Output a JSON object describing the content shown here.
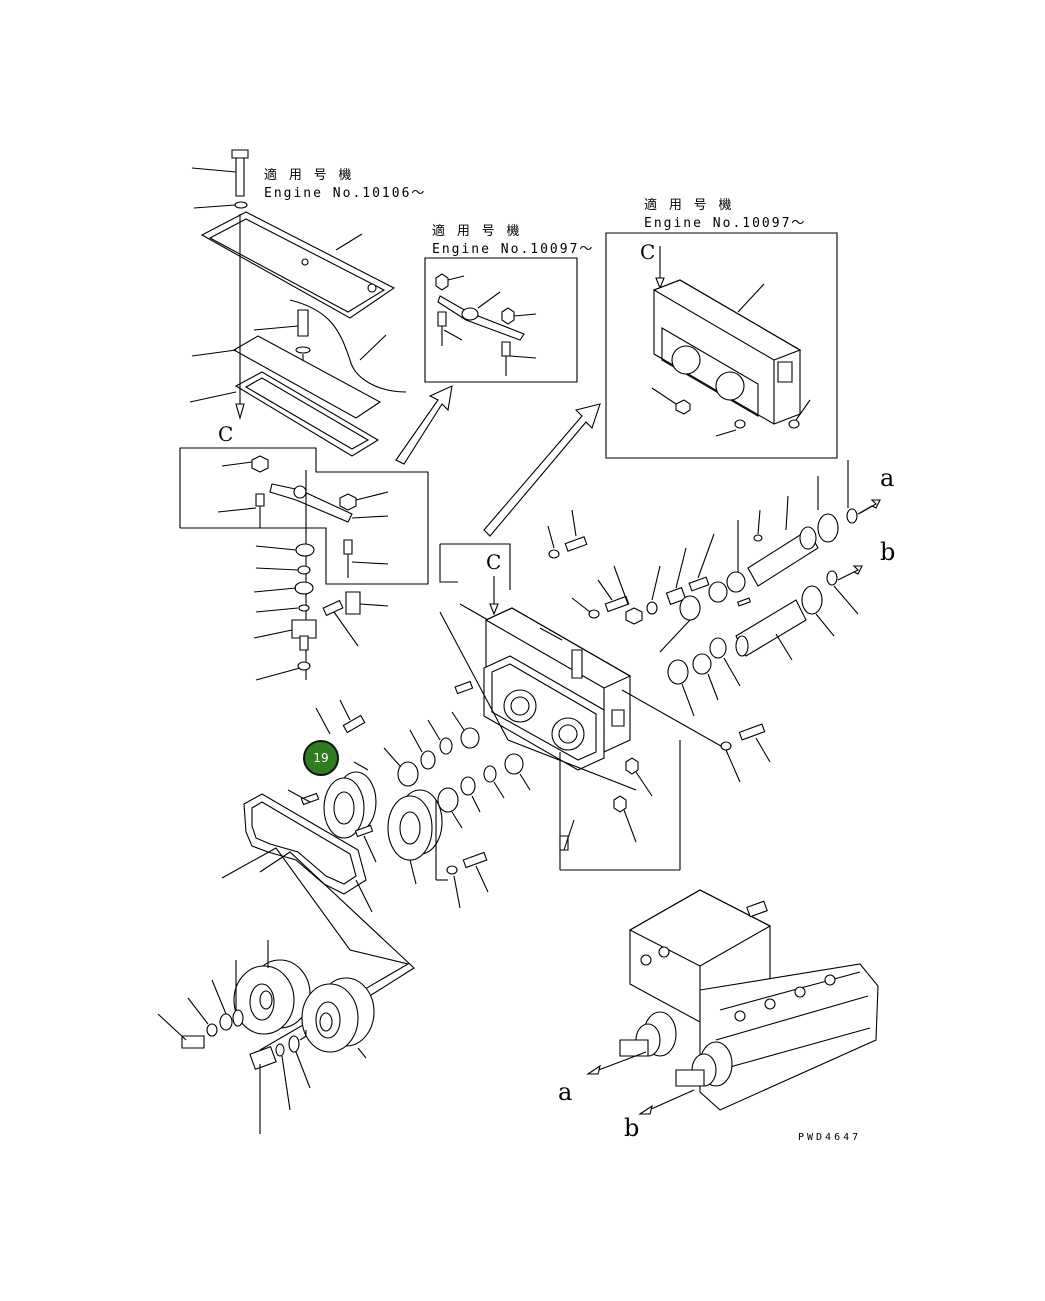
{
  "applicability": [
    {
      "jp": "適 用 号 機",
      "engine": "Engine No.10106～"
    },
    {
      "jp": "適 用 号 機",
      "engine": "Engine No.10097～"
    },
    {
      "jp": "適 用 号 機",
      "engine": "Engine No.10097～"
    }
  ],
  "view_letters": {
    "c1": "C",
    "c2": "C",
    "c3": "C",
    "a_right": "a",
    "b_right": "b",
    "a_bottom": "a",
    "b_bottom": "b"
  },
  "callout": {
    "number": "19",
    "color": "#2e7d1f"
  },
  "drawing_code": "PWD4647",
  "icons": {
    "callout": "callout-marker-icon"
  }
}
